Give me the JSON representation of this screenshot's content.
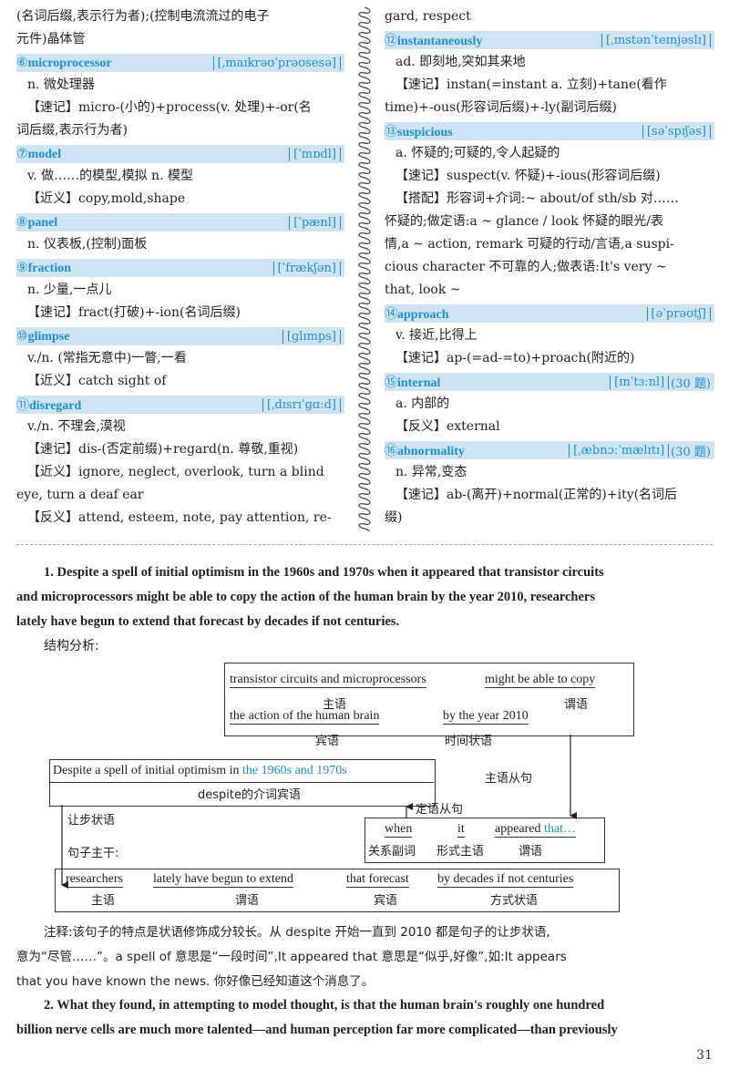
{
  "left_col": {
    "top_lines": [
      "(名词后缀,表示行为者);(控制电流流过的电子",
      "元件)晶体管"
    ],
    "entries": [
      {
        "num": "⑥",
        "word": "microprocessor",
        "phon": "[ˌmaɪkrəʊˈprəʊsesə]",
        "lines": [
          "n. 微处理器",
          "【速记】micro-(小的)+process(v. 处理)+-or(名",
          "词后缀,表示行为者)"
        ]
      },
      {
        "num": "⑦",
        "word": "model",
        "phon": "[ˈmɒdl]",
        "lines": [
          "v. 做……的模型,模拟  n. 模型",
          "【近义】copy,mold,shape"
        ]
      },
      {
        "num": "⑧",
        "word": "panel",
        "phon": "[ˈpænl]",
        "lines": [
          "n. 仪表板,(控制)面板"
        ]
      },
      {
        "num": "⑨",
        "word": "fraction",
        "phon": "[ˈfrækʃən]",
        "lines": [
          "n. 少量,一点儿",
          "【速记】fract(打破)+-ion(名词后缀)"
        ]
      },
      {
        "num": "⑩",
        "word": "glimpse",
        "phon": "[ɡlɪmps]",
        "lines": [
          "v./n. (常指无意中)一瞥,一看",
          "【近义】catch sight of"
        ]
      },
      {
        "num": "⑪",
        "word": "disregard",
        "phon": "[ˌdɪsrɪˈɡɑːd]",
        "lines": [
          "v./n. 不理会,漠视",
          "【速记】dis-(否定前缀)+regard(n. 尊敬,重视)",
          "【近义】ignore, neglect, overlook, turn a blind",
          "eye, turn a deaf ear",
          "【反义】attend, esteem, note, pay attention, re-"
        ]
      }
    ]
  },
  "right_col": {
    "top_lines": [
      "gard, respect"
    ],
    "entries": [
      {
        "num": "⑫",
        "word": "instantaneously",
        "phon": "[ˌɪnstənˈteɪnjəslɪ]",
        "lines": [
          "ad. 即刻地,突如其来地",
          "【速记】instan(=instant a. 立刻)+tane(看作",
          "time)+-ous(形容词后缀)+-ly(副词后缀)"
        ]
      },
      {
        "num": "⑬",
        "word": "suspicious",
        "phon": "[səˈspɪʃəs]",
        "lines": [
          "a. 怀疑的;可疑的,令人起疑的",
          "【速记】suspect(v. 怀疑)+-ious(形容词后缀)",
          "【搭配】形容词+介词:~ about/of sth/sb 对……",
          "怀疑的;做定语:a ~ glance / look 怀疑的眼光/表",
          "情,a ~ action, remark 可疑的行动/言语,a suspi-",
          "cious character 不可靠的人;做表语:It's very ~",
          "that, look ~"
        ]
      },
      {
        "num": "⑭",
        "word": "approach",
        "phon": "[əˈprəʊtʃ]",
        "lines": [
          "v. 接近,比得上",
          "【速记】ap-(=ad-=to)+proach(附近的)"
        ]
      },
      {
        "num": "⑮",
        "word": "internal",
        "phon": "[ɪnˈtɜːnl]",
        "note": "(30 题)",
        "lines": [
          "a. 内部的",
          "【反义】external"
        ]
      },
      {
        "num": "⑯",
        "word": "abnormality",
        "phon": "[ˌæbnɔːˈmælɪtɪ]",
        "note": "(30 题)",
        "lines": [
          "n. 异常,变态",
          "【速记】ab-(离开)+normal(正常的)+ity(名词后",
          "缀)"
        ]
      }
    ]
  },
  "sentence1": {
    "lines": [
      "1. Despite a spell of initial optimism in the 1960s and 1970s when it appeared that transistor circuits",
      "and microprocessors might be able to copy the action of the human brain by the year 2010, researchers",
      "lately have begun to extend that forecast by decades if not centuries."
    ],
    "analysis_label": "结构分析:"
  },
  "diagram": {
    "clause_subject": "transistor circuits and microprocessors",
    "clause_verb": "might be able to copy",
    "label_subject": "主语",
    "label_predicate": "谓语",
    "clause_object": "the action of the human brain",
    "clause_time": "by the year 2010",
    "label_object": "宾语",
    "label_time": "时间状语",
    "clause_label": "主语从句",
    "despite_a": "Despite a spell of initial optimism in ",
    "despite_b": "the 1960s and 1970s",
    "despite_label": "despite的介词宾语",
    "attr_label": "定语从句",
    "concession_label": "让步状语",
    "main_label": "句子主干:",
    "when": "when",
    "it": "it",
    "appeared": "appeared",
    "that": "that…",
    "when_label": "关系副词",
    "it_label": "形式主语",
    "appeared_label": "谓语",
    "m1": "researchers",
    "m2": "lately have begun to extend",
    "m3": "that forecast",
    "m4": "by decades if not centuries",
    "m1_label": "主语",
    "m2_label": "谓语",
    "m3_label": "宾语",
    "m4_label": "方式状语"
  },
  "notes": {
    "lines": [
      "注释:该句子的特点是状语修饰成分较长。从 despite 开始一直到 2010 都是句子的让步状语,",
      "意为“尽管……”。a spell of 意思是“一段时间”,It appeared that 意思是“似乎,好像”,如:It appears",
      "that you have known the news. 你好像已经知道这个消息了。"
    ]
  },
  "sentence2": {
    "lines": [
      "2. What they found, in attempting to model thought, is that the human brain's roughly one hundred",
      "billion nerve cells are much more talented—and human perception far more complicated—than previously"
    ]
  },
  "page_number": "31"
}
